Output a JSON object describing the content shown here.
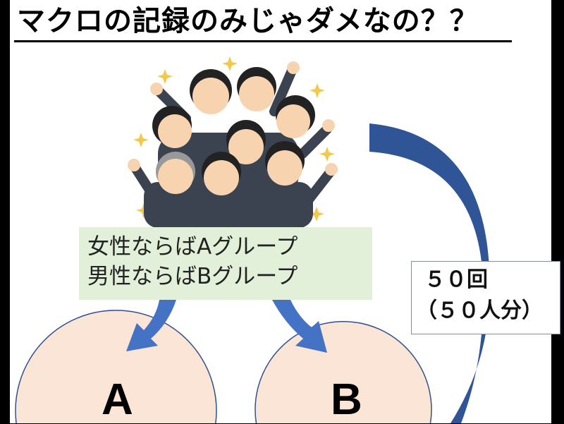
{
  "title": "マクロの記録のみじゃダメなの？？",
  "condition": {
    "line1": "女性ならばAグループ",
    "line2": "男性ならばBグループ"
  },
  "groups": [
    {
      "label": "A"
    },
    {
      "label": "B"
    }
  ],
  "loop_label": {
    "line1": "５０回",
    "line2": "（５０人分）"
  },
  "colors": {
    "arrow": "#2f5597",
    "circle_fill": "#fbe5d6",
    "condition_bg": "#e2efd9"
  }
}
